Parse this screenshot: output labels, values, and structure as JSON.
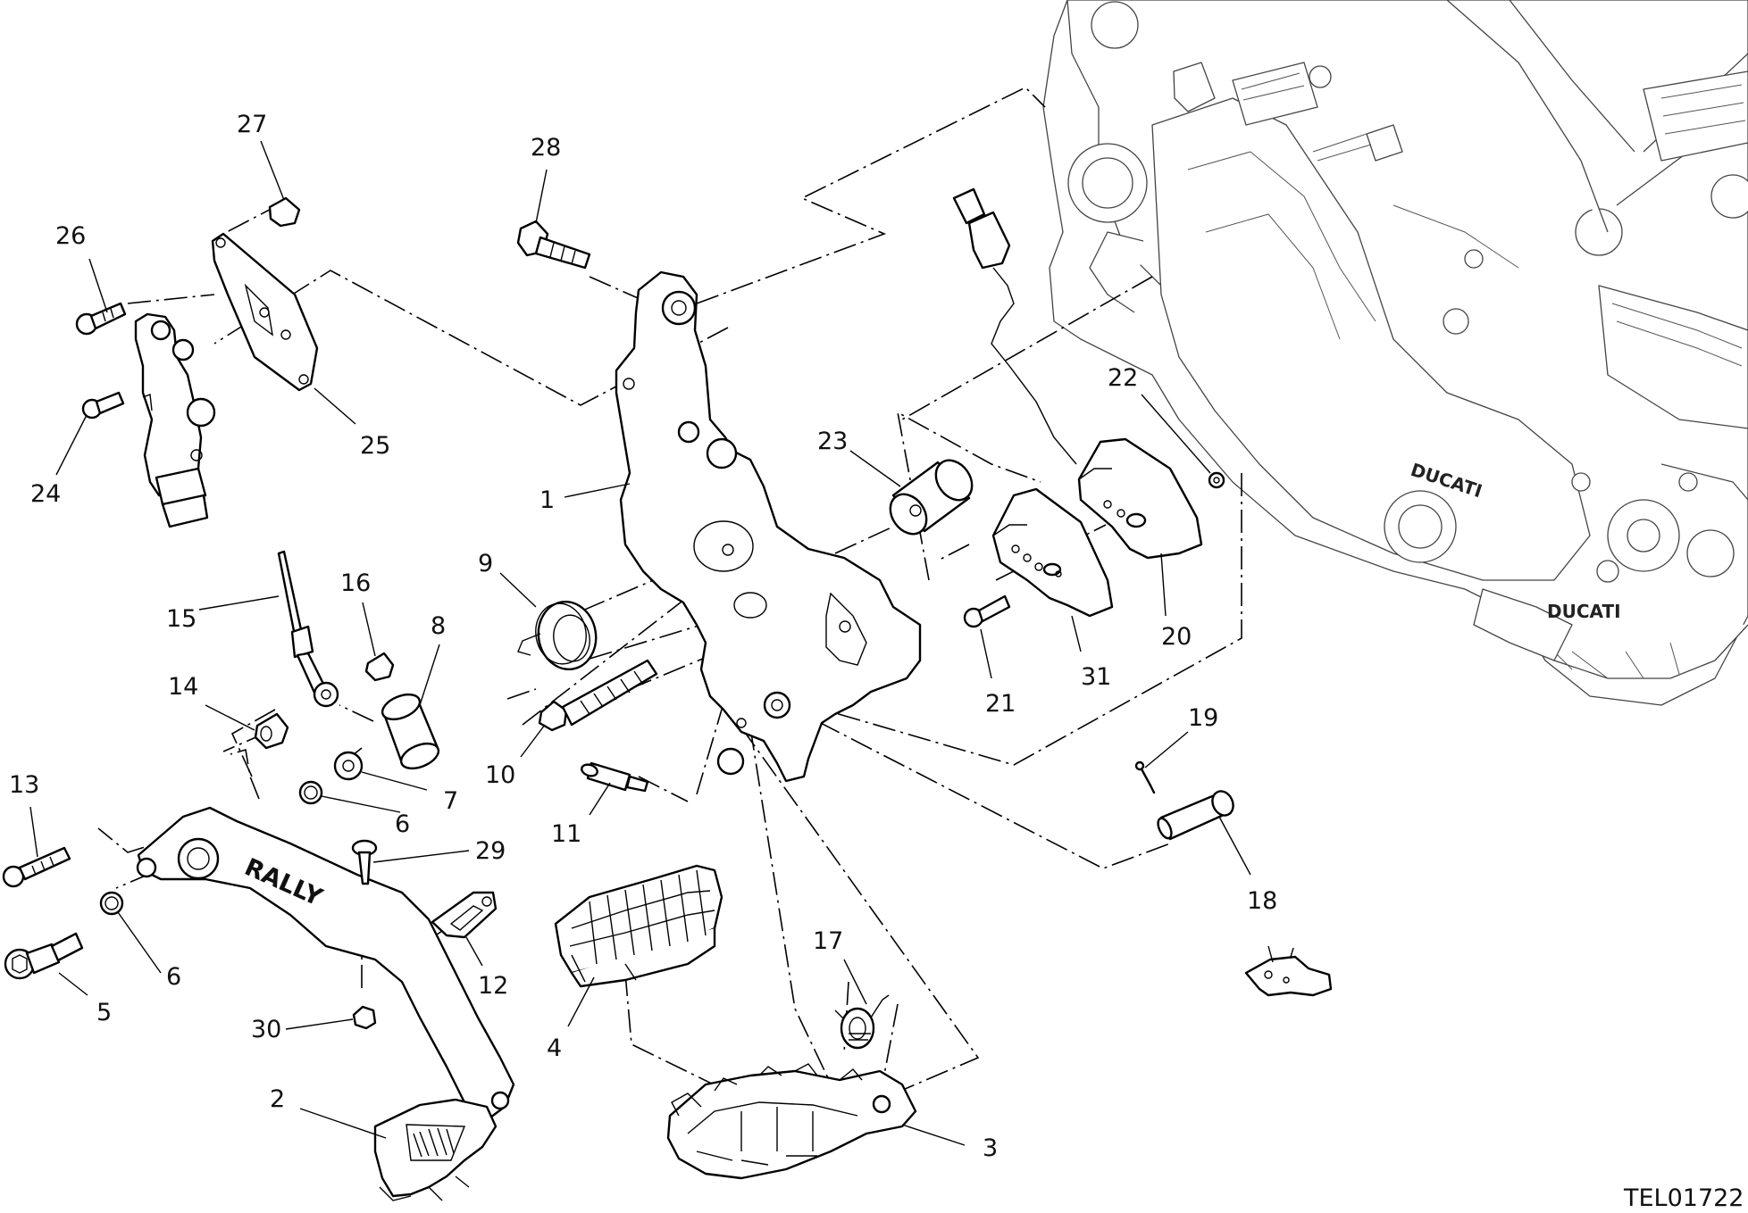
{
  "drawing_ref": "TEL01722",
  "engine_logos": [
    "DUCATI",
    "DUCATI"
  ],
  "lever_logo": "RALLY",
  "callouts": [
    {
      "num": "1",
      "part": "bracket"
    },
    {
      "num": "2",
      "part": "rear-brake-pedal-tip"
    },
    {
      "num": "3",
      "part": "footpeg"
    },
    {
      "num": "4",
      "part": "footpeg-rubber"
    },
    {
      "num": "5",
      "part": "pivot-screw"
    },
    {
      "num": "6",
      "part": "washer"
    },
    {
      "num": "6",
      "part": "washer"
    },
    {
      "num": "7",
      "part": "washer"
    },
    {
      "num": "8",
      "part": "bushing"
    },
    {
      "num": "9",
      "part": "spring"
    },
    {
      "num": "10",
      "part": "screw"
    },
    {
      "num": "11",
      "part": "pin"
    },
    {
      "num": "12",
      "part": "clip"
    },
    {
      "num": "13",
      "part": "screw"
    },
    {
      "num": "14",
      "part": "nut"
    },
    {
      "num": "15",
      "part": "rod"
    },
    {
      "num": "16",
      "part": "nut"
    },
    {
      "num": "17",
      "part": "spring"
    },
    {
      "num": "18",
      "part": "pin"
    },
    {
      "num": "19",
      "part": "cotter-pin"
    },
    {
      "num": "20",
      "part": "guard"
    },
    {
      "num": "21",
      "part": "screw"
    },
    {
      "num": "22",
      "part": "washer"
    },
    {
      "num": "23",
      "part": "spacer"
    },
    {
      "num": "24",
      "part": "screw"
    },
    {
      "num": "25",
      "part": "plate"
    },
    {
      "num": "26",
      "part": "screw"
    },
    {
      "num": "27",
      "part": "nut"
    },
    {
      "num": "28",
      "part": "screw"
    },
    {
      "num": "29",
      "part": "screw"
    },
    {
      "num": "30",
      "part": "nut"
    },
    {
      "num": "31",
      "part": "guard"
    }
  ]
}
